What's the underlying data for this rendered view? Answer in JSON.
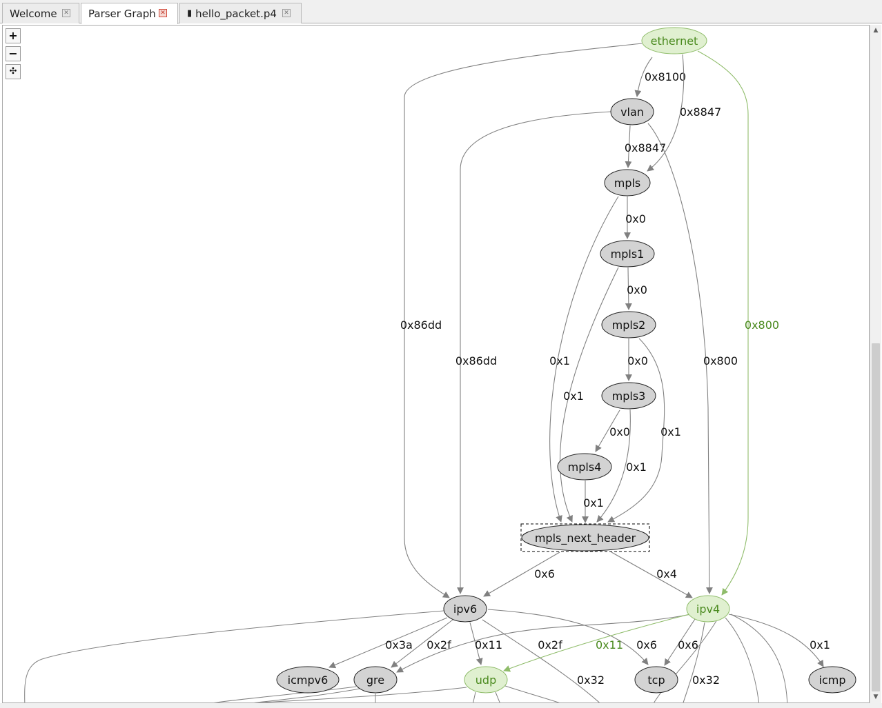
{
  "tabs": [
    {
      "label": "Welcome"
    },
    {
      "label": "Parser Graph"
    },
    {
      "label": "hello_packet.p4"
    }
  ],
  "zoom": {
    "in": "+",
    "out": "−",
    "fit": "✣"
  },
  "colors": {
    "node_fill": "#d3d3d3",
    "highlight_fill": "#e0f0d0",
    "highlight_stroke": "#8fbc6a",
    "highlight_text": "#4a8a1e",
    "edge": "#808080",
    "highlight_edge": "#8fbc6a"
  },
  "graph": {
    "nodes": [
      {
        "id": "ethernet",
        "label": "ethernet",
        "highlight": true
      },
      {
        "id": "vlan",
        "label": "vlan"
      },
      {
        "id": "mpls",
        "label": "mpls"
      },
      {
        "id": "mpls1",
        "label": "mpls1"
      },
      {
        "id": "mpls2",
        "label": "mpls2"
      },
      {
        "id": "mpls3",
        "label": "mpls3"
      },
      {
        "id": "mpls4",
        "label": "mpls4"
      },
      {
        "id": "mpls_next_header",
        "label": "mpls_next_header",
        "selected": true
      },
      {
        "id": "ipv6",
        "label": "ipv6"
      },
      {
        "id": "ipv4",
        "label": "ipv4",
        "highlight": true
      },
      {
        "id": "icmpv6",
        "label": "icmpv6"
      },
      {
        "id": "gre",
        "label": "gre"
      },
      {
        "id": "udp",
        "label": "udp",
        "highlight": true
      },
      {
        "id": "tcp",
        "label": "tcp"
      },
      {
        "id": "icmp",
        "label": "icmp"
      }
    ],
    "edges": [
      {
        "id": "e1",
        "label": "0x8100"
      },
      {
        "id": "e2",
        "label": "0x8847"
      },
      {
        "id": "e3",
        "label": "0x86dd"
      },
      {
        "id": "e4",
        "label": "0x800",
        "highlight": true
      },
      {
        "id": "e5",
        "label": "0x8847"
      },
      {
        "id": "e6",
        "label": "0x86dd"
      },
      {
        "id": "e7",
        "label": "0x800"
      },
      {
        "id": "e8",
        "label": "0x0"
      },
      {
        "id": "e9",
        "label": "0x1"
      },
      {
        "id": "e10",
        "label": "0x0"
      },
      {
        "id": "e11",
        "label": "0x1"
      },
      {
        "id": "e12",
        "label": "0x0"
      },
      {
        "id": "e13",
        "label": "0x1"
      },
      {
        "id": "e14",
        "label": "0x0"
      },
      {
        "id": "e15",
        "label": "0x1"
      },
      {
        "id": "e16",
        "label": "0x1"
      },
      {
        "id": "e17",
        "label": "0x6"
      },
      {
        "id": "e18",
        "label": "0x4"
      },
      {
        "id": "e19",
        "label": "0x3a"
      },
      {
        "id": "e20",
        "label": "0x2f"
      },
      {
        "id": "e21",
        "label": "0x11"
      },
      {
        "id": "e22",
        "label": "0x6"
      },
      {
        "id": "e23",
        "label": "0x32"
      },
      {
        "id": "e24",
        "label": "0x2f"
      },
      {
        "id": "e25",
        "label": "0x11",
        "highlight": true
      },
      {
        "id": "e26",
        "label": "0x6"
      },
      {
        "id": "e27",
        "label": "0x32"
      },
      {
        "id": "e28",
        "label": "0x1"
      }
    ]
  }
}
